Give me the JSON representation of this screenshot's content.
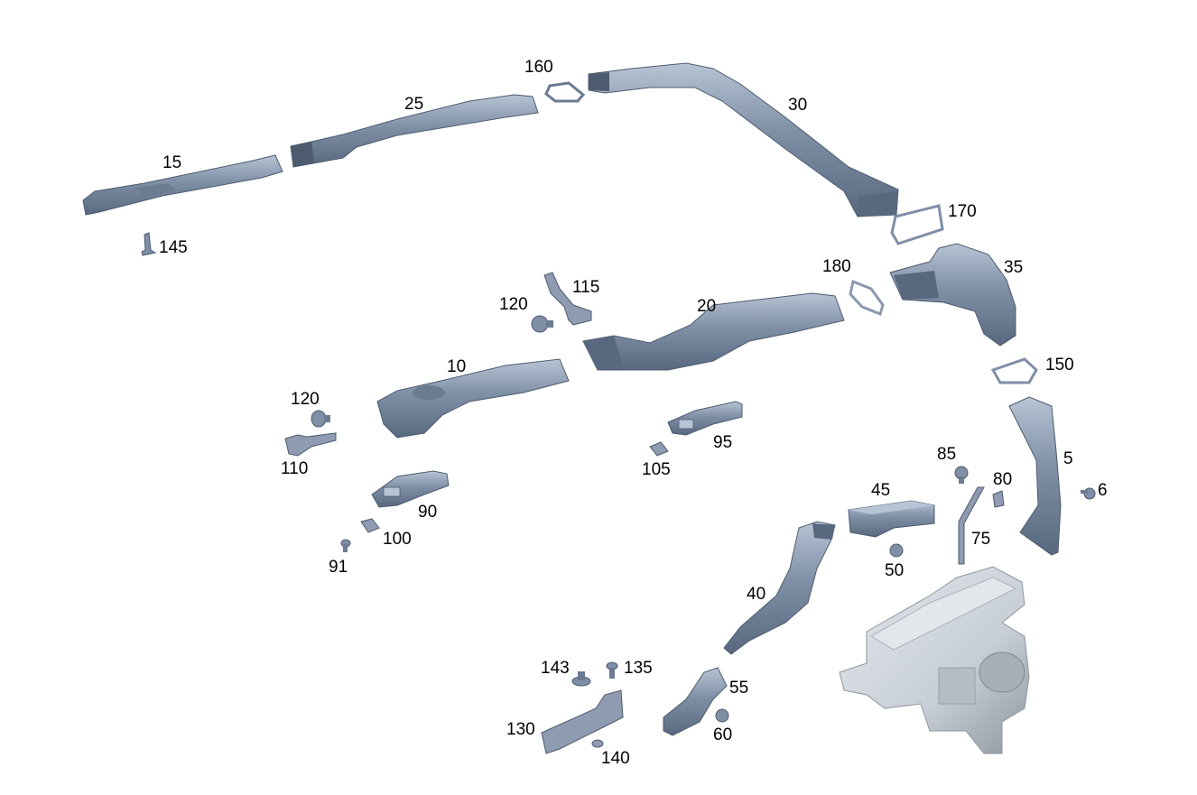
{
  "colors": {
    "part_fill": "#7e8fa6",
    "part_dark": "#57687f",
    "part_light": "#b7c4d4",
    "housing_fill": "#c9cfd7",
    "housing_dark": "#8e969f",
    "label": "#000000"
  },
  "labels": {
    "p5": "5",
    "p6": "6",
    "p10": "10",
    "p15": "15",
    "p20": "20",
    "p25": "25",
    "p30": "30",
    "p35": "35",
    "p40": "40",
    "p45": "45",
    "p50": "50",
    "p55": "55",
    "p60": "60",
    "p75": "75",
    "p80": "80",
    "p85": "85",
    "p90": "90",
    "p91": "91",
    "p95": "95",
    "p100": "100",
    "p105": "105",
    "p110": "110",
    "p115": "115",
    "p120a": "120",
    "p120b": "120",
    "p130": "130",
    "p135": "135",
    "p140": "140",
    "p143": "143",
    "p145": "145",
    "p150": "150",
    "p160": "160",
    "p170": "170",
    "p180": "180"
  }
}
